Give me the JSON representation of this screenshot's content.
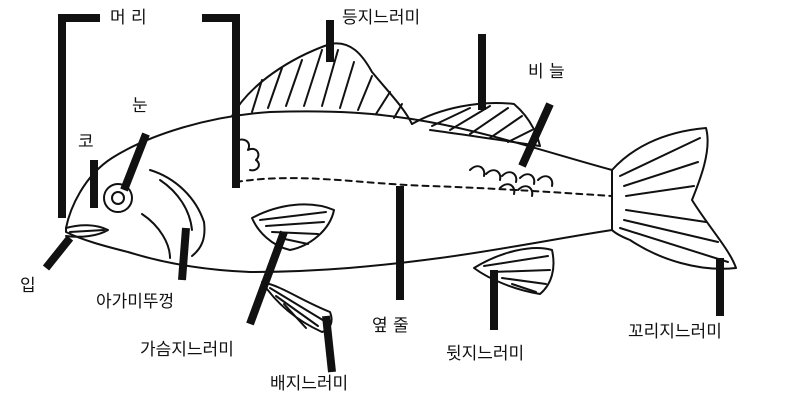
{
  "labels": {
    "head": "머 리",
    "dorsal_fin": "등지느러미",
    "scales": "비 늘",
    "eye": "눈",
    "nose": "코",
    "mouth": "입",
    "gill_cover": "아가미뚜껑",
    "pectoral_fin": "가슴지느러미",
    "pelvic_fin": "배지느러미",
    "lateral_line": "옆 줄",
    "anal_fin": "뒷지느러미",
    "caudal_fin": "꼬리지느러미"
  },
  "colors": {
    "ink": "#111111",
    "background": "#ffffff"
  }
}
